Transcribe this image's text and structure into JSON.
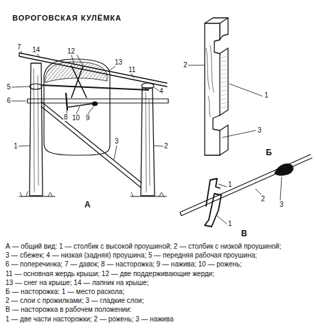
{
  "diagram": {
    "title": "ВОРОГОВСКАЯ КУЛЁМКА",
    "labels": [
      "7",
      "14",
      "12",
      "13",
      "11",
      "5",
      "4",
      "6",
      "8",
      "10",
      "9",
      "1",
      "3",
      "2",
      "А",
      "2",
      "1",
      "3",
      "Б",
      "1",
      "1",
      "2",
      "3",
      "В",
      "А — общий вид: 1 — столбик с высокой проушиной; 2 — столбик с низкой проушиной;",
      "3 — сбежек; 4 — низкая (задняя) проушина; 5 — передняя рабочая проушина;",
      "6 — поперечинка; 7 — давок; 8 — насторожка; 9 — нажива; 10 — рожень;",
      "11 — основная жердь крыши; 12 — две поддерживающие жерди;",
      "13 — снег на крыше; 14 — лапник на крыше;",
      "Б — насторожка: 1 — место раскола;",
      "2 — слои с прожилками; 3 — гладкие слои;",
      "В — насторожка в рабочем положении:",
      "1 — две части насторожки; 2 — рожень; 3 — нажива"
    ]
  }
}
